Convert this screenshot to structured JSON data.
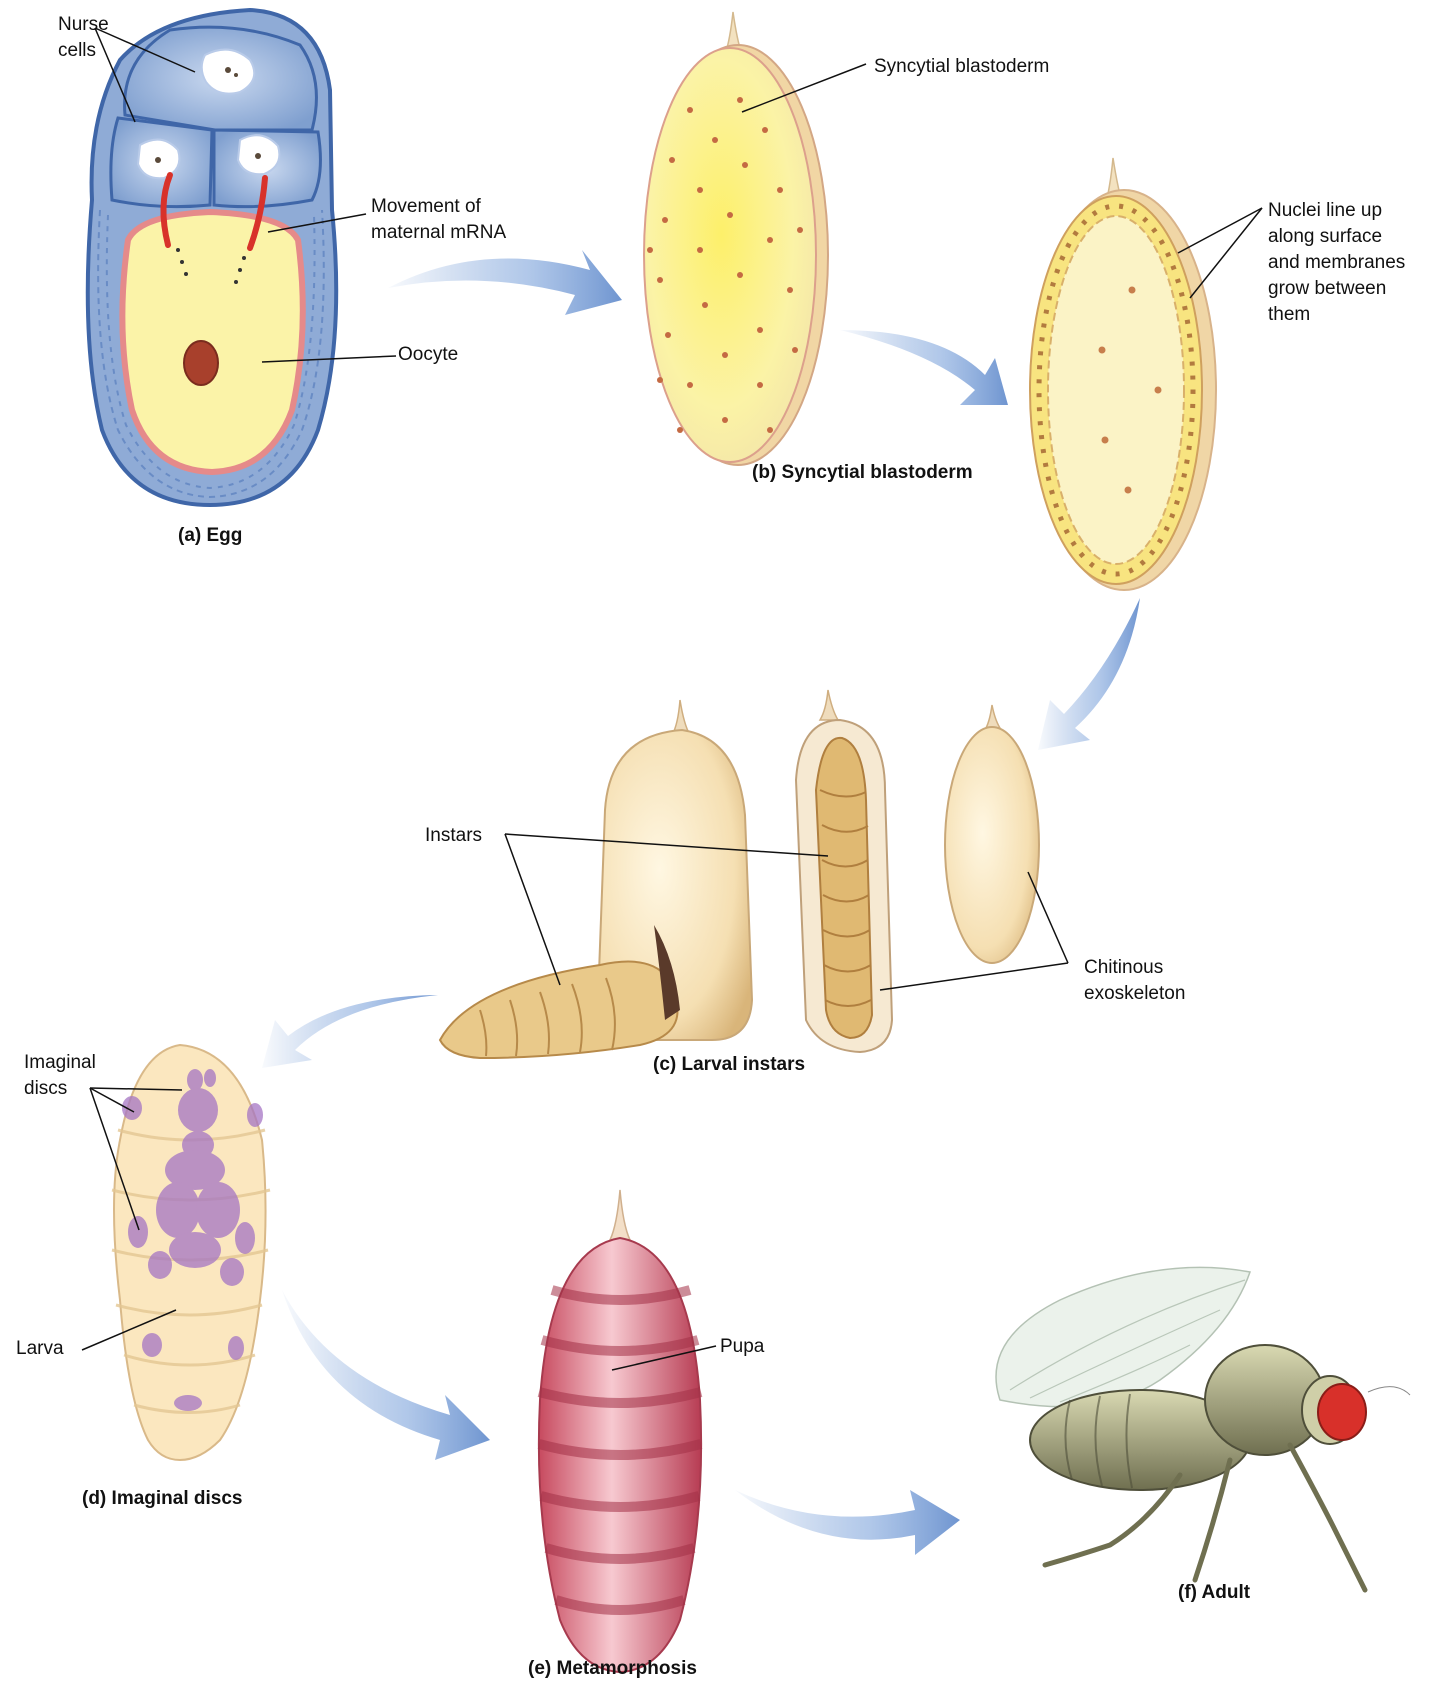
{
  "stages": {
    "egg": {
      "caption": "(a) Egg",
      "labels": {
        "nurse_cells": "Nurse\ncells",
        "mrna": "Movement of\nmaternal mRNA",
        "oocyte": "Oocyte"
      }
    },
    "blastoderm": {
      "caption": "(b) Syncytial blastoderm",
      "labels": {
        "syncytial": "Syncytial blastoderm",
        "nuclei": "Nuclei line up\nalong surface\nand membranes\ngrow between\nthem"
      }
    },
    "larval": {
      "caption": "(c) Larval instars",
      "labels": {
        "instars": "Instars",
        "chitinous": "Chitinous\nexoskeleton"
      }
    },
    "discs": {
      "caption": "(d) Imaginal discs",
      "labels": {
        "imaginal": "Imaginal\ndiscs",
        "larva": "Larva"
      }
    },
    "metamorphosis": {
      "caption": "(e) Metamorphosis",
      "labels": {
        "pupa": "Pupa"
      }
    },
    "adult": {
      "caption": "(f) Adult"
    }
  },
  "colors": {
    "nurse_blue": "#9db7dc",
    "follicle_blue": "#7f9fcf",
    "yolk_yellow": "#f8ee8a",
    "nucleus_brown": "#b5523a",
    "mrna_red": "#d8322a",
    "arrow_blue": "#7a9fd6",
    "cream": "#f3dcb0",
    "disc_purple": "#a575c4",
    "pupa_red": "#c4455c",
    "fly_eye": "#d8302a"
  }
}
